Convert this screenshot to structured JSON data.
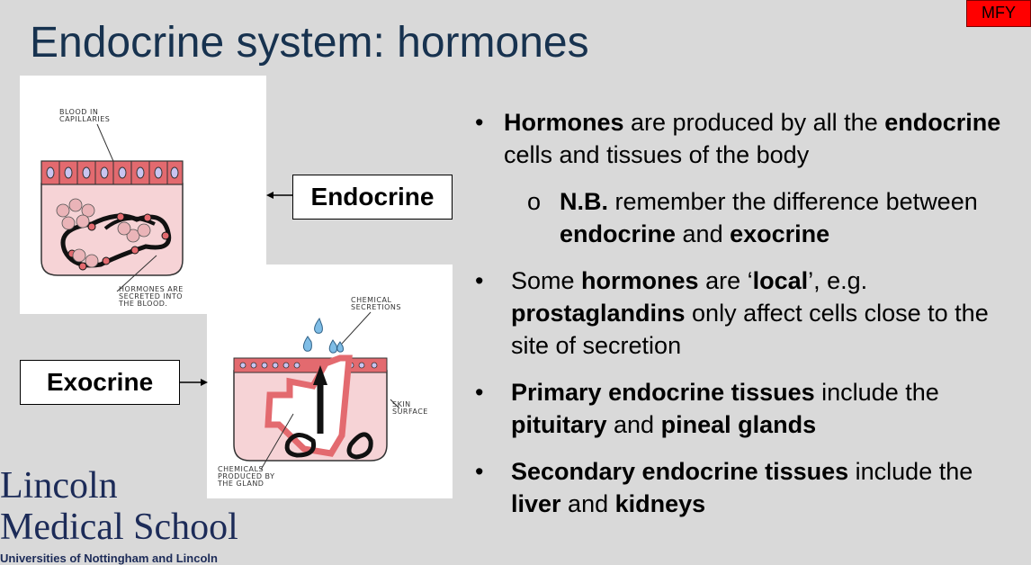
{
  "badge": "MFY",
  "title": "Endocrine system: hormones",
  "diagram": {
    "endocrine_label": "Endocrine",
    "exocrine_label": "Exocrine",
    "endo_caption_top_1": "BLOOD IN",
    "endo_caption_top_2": "CAPILLARIES",
    "endo_caption_bottom_1": "HORMONES ARE",
    "endo_caption_bottom_2": "SECRETED INTO",
    "endo_caption_bottom_3": "THE BLOOD.",
    "exo_caption_top_1": "CHEMICAL",
    "exo_caption_top_2": "SECRETIONS",
    "exo_caption_right_1": "SKIN",
    "exo_caption_right_2": "SURFACE",
    "exo_caption_bottom_1": "CHEMICALS",
    "exo_caption_bottom_2": "PRODUCED BY",
    "exo_caption_bottom_3": "THE GLAND"
  },
  "bullets": {
    "b1": {
      "bold1": "Hormones",
      "t1": " are produced by all the ",
      "bold2": "endocrine",
      "t2": " cells and tissues of the body"
    },
    "sub": {
      "bold1": "N.B.",
      "t1": " remember the difference between ",
      "bold2": "endocrine",
      "t2": " and ",
      "bold3": "exocrine"
    },
    "b2": {
      "t0": "Some ",
      "bold1": "hormones",
      "t1": " are ‘",
      "bold2": "local",
      "t2": "’, e.g. ",
      "bold3": "prostaglandins",
      "t3": " only affect cells close to the site of secretion"
    },
    "b3": {
      "bold1": "Primary endocrine tissues",
      "t1": " include the ",
      "bold2": "pituitary",
      "t2": " and ",
      "bold3": "pineal glands"
    },
    "b4": {
      "bold1": "Secondary endocrine tissues",
      "t1": " include the ",
      "bold2": "liver",
      "t2": " and ",
      "bold3": "kidneys"
    }
  },
  "bullet_symbol": "•",
  "sub_bullet_symbol": "o",
  "logo": {
    "line1": "Lincoln",
    "line2": "Medical School",
    "line3": "Universities of Nottingham and Lincoln"
  }
}
